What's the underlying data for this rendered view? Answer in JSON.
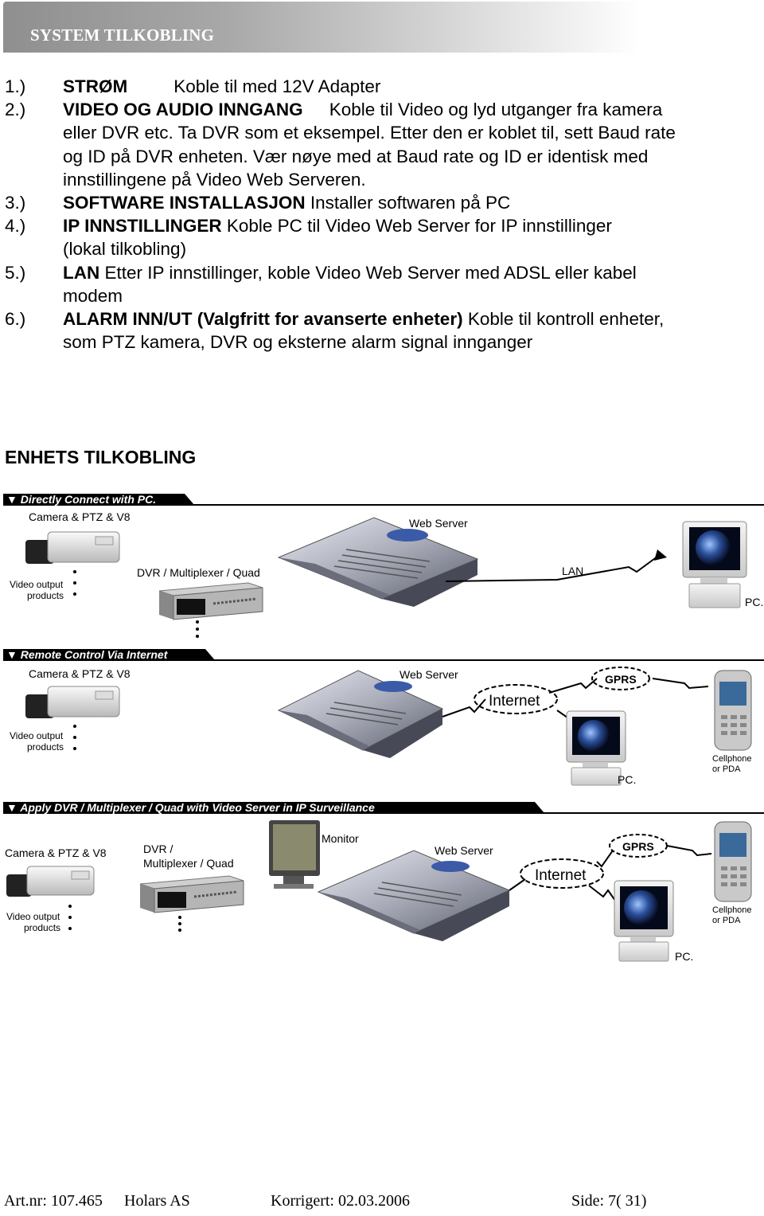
{
  "banner": {
    "title": "SYSTEM TILKOBLING"
  },
  "steps": [
    {
      "num": "1.)",
      "bold": "STRØM",
      "text": "Koble til med 12V Adapter"
    },
    {
      "num": "2.)",
      "bold": "VIDEO OG AUDIO INNGANG",
      "text": "Koble til Video og lyd utganger fra kamera",
      "cont": [
        "eller DVR etc. Ta DVR som et eksempel. Etter den er koblet til, sett Baud rate",
        "og ID på DVR enheten. Vær nøye med at Baud rate og ID er identisk med",
        "innstillingene på Video Web Serveren."
      ]
    },
    {
      "num": "3.)",
      "bold": "SOFTWARE INSTALLASJON",
      "text": " Installer softwaren på PC"
    },
    {
      "num": "4.)",
      "bold": "IP INNSTILLINGER",
      "text": " Koble PC til Video Web Server for IP innstillinger",
      "cont": [
        "(lokal tilkobling)"
      ]
    },
    {
      "num": "5.)",
      "bold": "LAN",
      "text": " Etter IP innstillinger, koble Video Web Server med ADSL eller kabel",
      "cont": [
        "modem"
      ]
    },
    {
      "num": "6.)",
      "bold": "ALARM INN/UT (Valgfritt for avanserte enheter)",
      "text": " Koble til kontroll enheter,",
      "cont": [
        "som PTZ kamera, DVR og eksterne alarm signal innganger"
      ]
    }
  ],
  "section": {
    "title": "ENHETS TILKOBLING"
  },
  "diagram": {
    "panel1": {
      "header": "▼ Directly Connect with PC.",
      "camera": "Camera & PTZ & V8",
      "video_out_1": "Video output",
      "video_out_2": "products",
      "dvr": "DVR / Multiplexer / Quad",
      "web_server": "Web Server",
      "lan": "LAN",
      "pc": "PC."
    },
    "panel2": {
      "header": "▼ Remote Control Via Internet",
      "camera": "Camera & PTZ & V8",
      "video_out_1": "Video output",
      "video_out_2": "products",
      "web_server": "Web Server",
      "internet": "Internet",
      "gprs": "GPRS",
      "pc": "PC.",
      "cell_1": "Cellphone",
      "cell_2": "or PDA"
    },
    "panel3": {
      "header": "▼ Apply DVR / Multiplexer / Quad with Video Server in IP Surveillance",
      "camera": "Camera & PTZ & V8",
      "dvr_1": "DVR /",
      "dvr_2": "Multiplexer / Quad",
      "monitor": "Monitor",
      "video_out_1": "Video output",
      "video_out_2": "products",
      "web_server": "Web Server",
      "internet": "Internet",
      "gprs": "GPRS",
      "pc": "PC.",
      "cell_1": "Cellphone",
      "cell_2": "or PDA"
    }
  },
  "footer": {
    "art": "Art.nr: 107.465",
    "company": "Holars AS",
    "corrected": "Korrigert:  02.03.2006",
    "page": "Side: 7( 31)"
  }
}
